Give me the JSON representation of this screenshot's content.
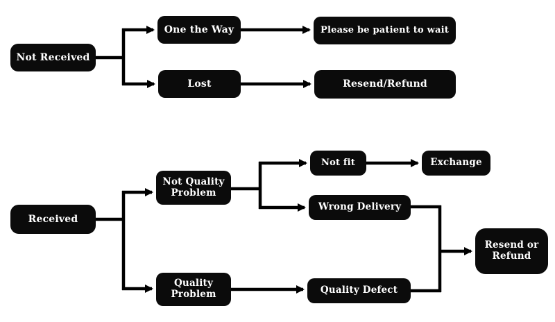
{
  "diagram": {
    "type": "flowchart",
    "colors": {
      "background": "#ffffff",
      "node_fill": "#0b0b0b",
      "node_text": "#ffffff",
      "connector": "#000000"
    },
    "nodes": {
      "not_received": {
        "label": "Not Received"
      },
      "one_the_way": {
        "label": "One the Way"
      },
      "please_wait": {
        "label": "Please be patient to wait"
      },
      "lost": {
        "label": "Lost"
      },
      "resend_refund": {
        "label": "Resend/Refund"
      },
      "received": {
        "label": "Received"
      },
      "not_quality_problem": {
        "label": "Not Quality Problem"
      },
      "quality_problem": {
        "label": "Quality Problem"
      },
      "not_fit": {
        "label": "Not fit"
      },
      "exchange": {
        "label": "Exchange"
      },
      "wrong_delivery": {
        "label": "Wrong Delivery"
      },
      "quality_defect": {
        "label": "Quality Defect"
      },
      "resend_or_refund": {
        "label": "Resend or Refund"
      }
    },
    "edges": [
      {
        "from": "Not Received",
        "to": "One the Way"
      },
      {
        "from": "Not Received",
        "to": "Lost"
      },
      {
        "from": "One the Way",
        "to": "Please be patient to wait"
      },
      {
        "from": "Lost",
        "to": "Resend/Refund"
      },
      {
        "from": "Received",
        "to": "Not Quality Problem"
      },
      {
        "from": "Received",
        "to": "Quality Problem"
      },
      {
        "from": "Not Quality Problem",
        "to": "Not fit"
      },
      {
        "from": "Not Quality Problem",
        "to": "Wrong Delivery"
      },
      {
        "from": "Not fit",
        "to": "Exchange"
      },
      {
        "from": "Wrong Delivery",
        "to": "Resend or Refund"
      },
      {
        "from": "Quality Problem",
        "to": "Quality Defect"
      },
      {
        "from": "Quality Defect",
        "to": "Resend or Refund"
      }
    ]
  }
}
